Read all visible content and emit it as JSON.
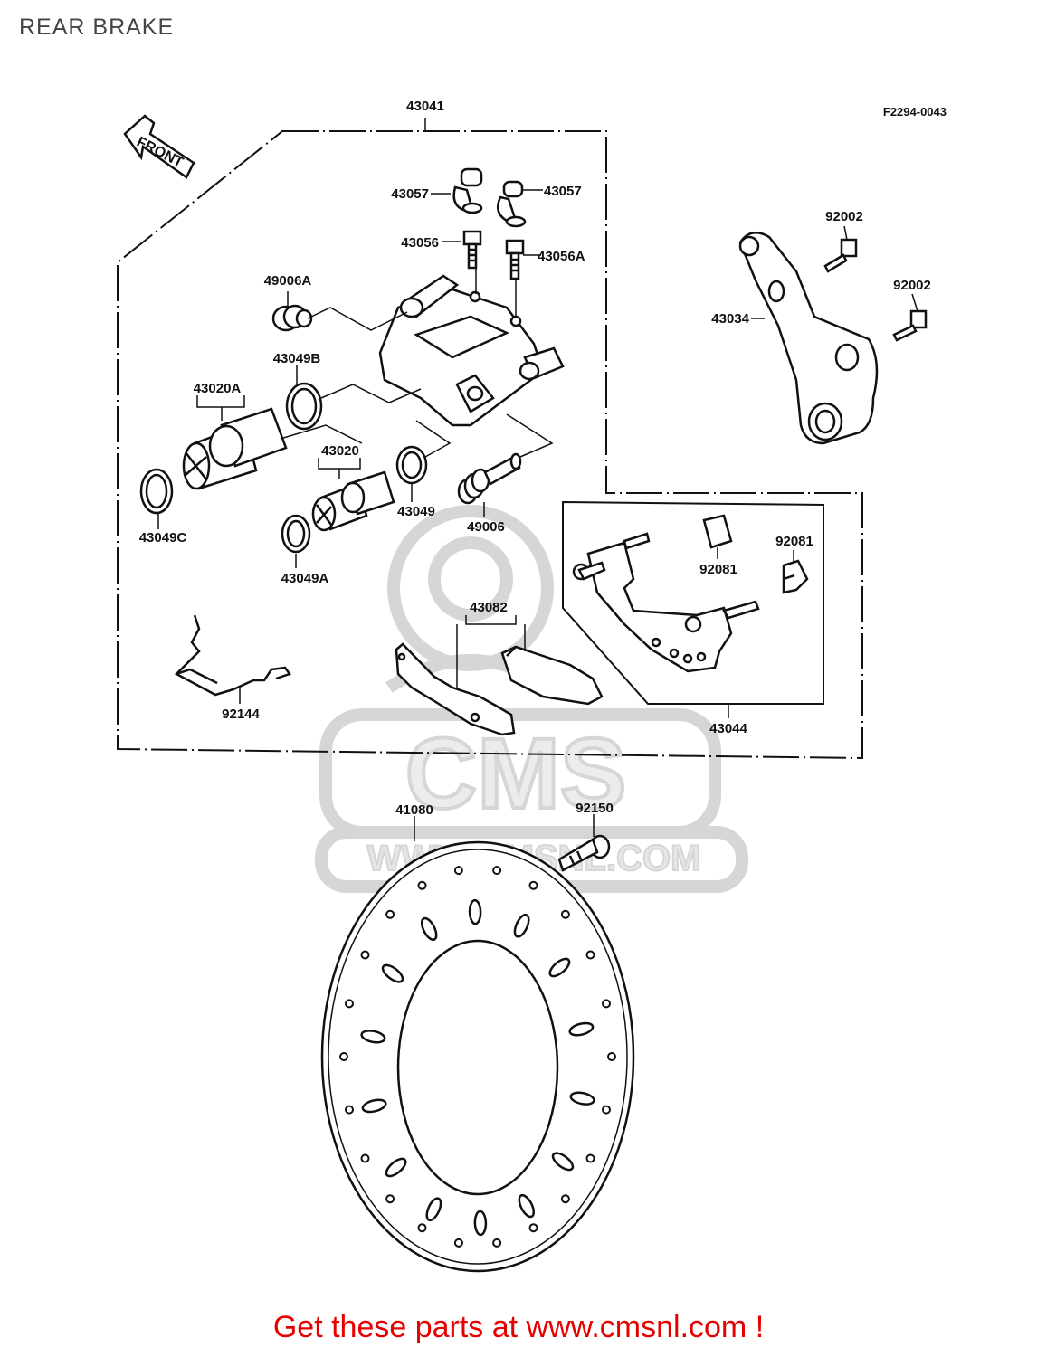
{
  "page": {
    "title": "REAR BRAKE"
  },
  "diagram": {
    "code": "F2294-0043",
    "front_marker": "FRONT",
    "parts": [
      {
        "id": "43041"
      },
      {
        "id": "43057"
      },
      {
        "id": "43057"
      },
      {
        "id": "43056"
      },
      {
        "id": "43056A"
      },
      {
        "id": "49006A"
      },
      {
        "id": "43049B"
      },
      {
        "id": "43020A"
      },
      {
        "id": "43020"
      },
      {
        "id": "43049C"
      },
      {
        "id": "43049"
      },
      {
        "id": "49006"
      },
      {
        "id": "43049A"
      },
      {
        "id": "92002"
      },
      {
        "id": "92002"
      },
      {
        "id": "43034"
      },
      {
        "id": "92081"
      },
      {
        "id": "92081"
      },
      {
        "id": "43082"
      },
      {
        "id": "92144"
      },
      {
        "id": "43044"
      },
      {
        "id": "41080"
      },
      {
        "id": "92150"
      }
    ]
  },
  "watermark": {
    "logo_text": "CMS",
    "url_text": "WWW.CMSNL.COM"
  },
  "footer": {
    "cta": "Get these parts at www.cmsnl.com !"
  },
  "colors": {
    "line": "#111111",
    "cta": "#e60000",
    "watermark": "#d6d6d6"
  }
}
